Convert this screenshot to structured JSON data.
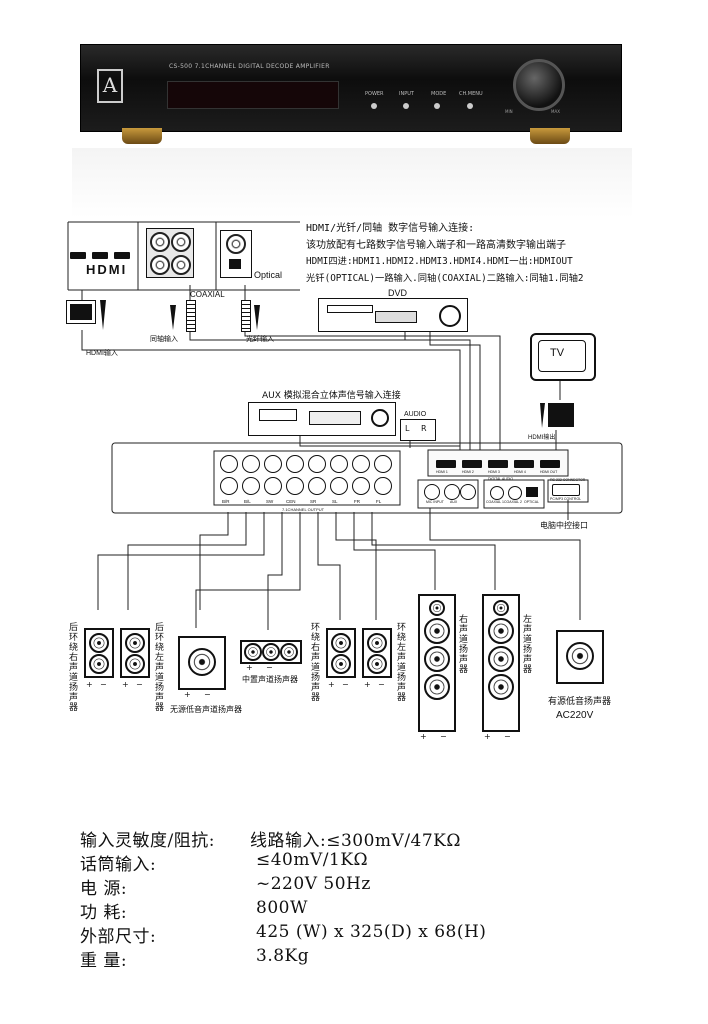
{
  "amplifier": {
    "model": "CS-500  7.1CHANNEL DIGITAL DECODE AMPLIFIER",
    "logo": "A",
    "buttons": [
      "POWER",
      "INPUT",
      "MODE",
      "CH.MENU"
    ],
    "volume_marks": [
      "MIN",
      "MAX"
    ]
  },
  "digital_input": {
    "heading": "HDMI/光钎/同轴 数字信号输入连接:",
    "line1": "该功放配有七路数字信号输入端子和一路高清数字输出端子",
    "line2": "HDMI四进:HDMI1.HDMI2.HDMI3.HDMI4.HDMI一出:HDMIOUT",
    "line3": "光钎(OPTICAL)一路输入.同轴(COAXIAL)二路输入:同轴1.同轴2",
    "hdmi_label": "HDMI",
    "coaxial_label": "COAXIAL",
    "optical_label": "Optical",
    "hdmi_in": "HDMI输入",
    "coax_in": "同轴输入",
    "optical_in": "光纤输入"
  },
  "devices": {
    "dvd": "DVD",
    "tv": "TV",
    "hdmi_out": "HDMI输出",
    "aux_heading": "AUX 模拟混合立体声信号输入连接",
    "audio": "AUDIO",
    "l": "L",
    "r": "R",
    "pc_port": "电脑中控接口"
  },
  "rear_panel": {
    "output_title": "7.1CHANNEL OUTPUT",
    "channels": [
      "B/R",
      "B/L",
      "SW",
      "CEN",
      "SR",
      "SL",
      "FR",
      "FL"
    ],
    "hdmi_ports": [
      "HDMI 1",
      "HDMI 2",
      "HDMI 3",
      "HDMI 4",
      "HDMI OUT"
    ],
    "digital_audio": "DIGITAL AUDIO",
    "coax_ports": [
      "COAXIAL 1",
      "COAXIAL 2",
      "OPTICAL"
    ],
    "mic": "MIC INPUT",
    "aux": "AUX",
    "rs232": "RS-232 CONNECTOR",
    "pc_ctrl": "PC/MP3 CONTROL"
  },
  "speakers": {
    "rear_right": "后环绕右声道扬声器",
    "rear_left": "后环绕左声道扬声器",
    "passive_sub": "无源低音声道扬声器",
    "center": "中置声道扬声器",
    "surround_right": "环绕右声道扬声器",
    "surround_left": "环绕左声道扬声器",
    "front_right": "右声道扬声器",
    "front_left": "左声道扬声器",
    "active_sub": "有源低音扬声器",
    "ac": "AC220V",
    "plus": "+",
    "minus": "−"
  },
  "specs": [
    {
      "label": "输入灵敏度/阻抗:",
      "value": "线路输入:≤300mV/47KΩ"
    },
    {
      "label": "话筒输入:",
      "value": "≤40mV/1KΩ"
    },
    {
      "label": "电    源:",
      "value": "~220V  50Hz"
    },
    {
      "label": "功    耗:",
      "value": "800W"
    },
    {
      "label": "外部尺寸:",
      "value": "425 (W) x 325(D) x 68(H)"
    },
    {
      "label": "重    量:",
      "value": "3.8Kg"
    }
  ]
}
